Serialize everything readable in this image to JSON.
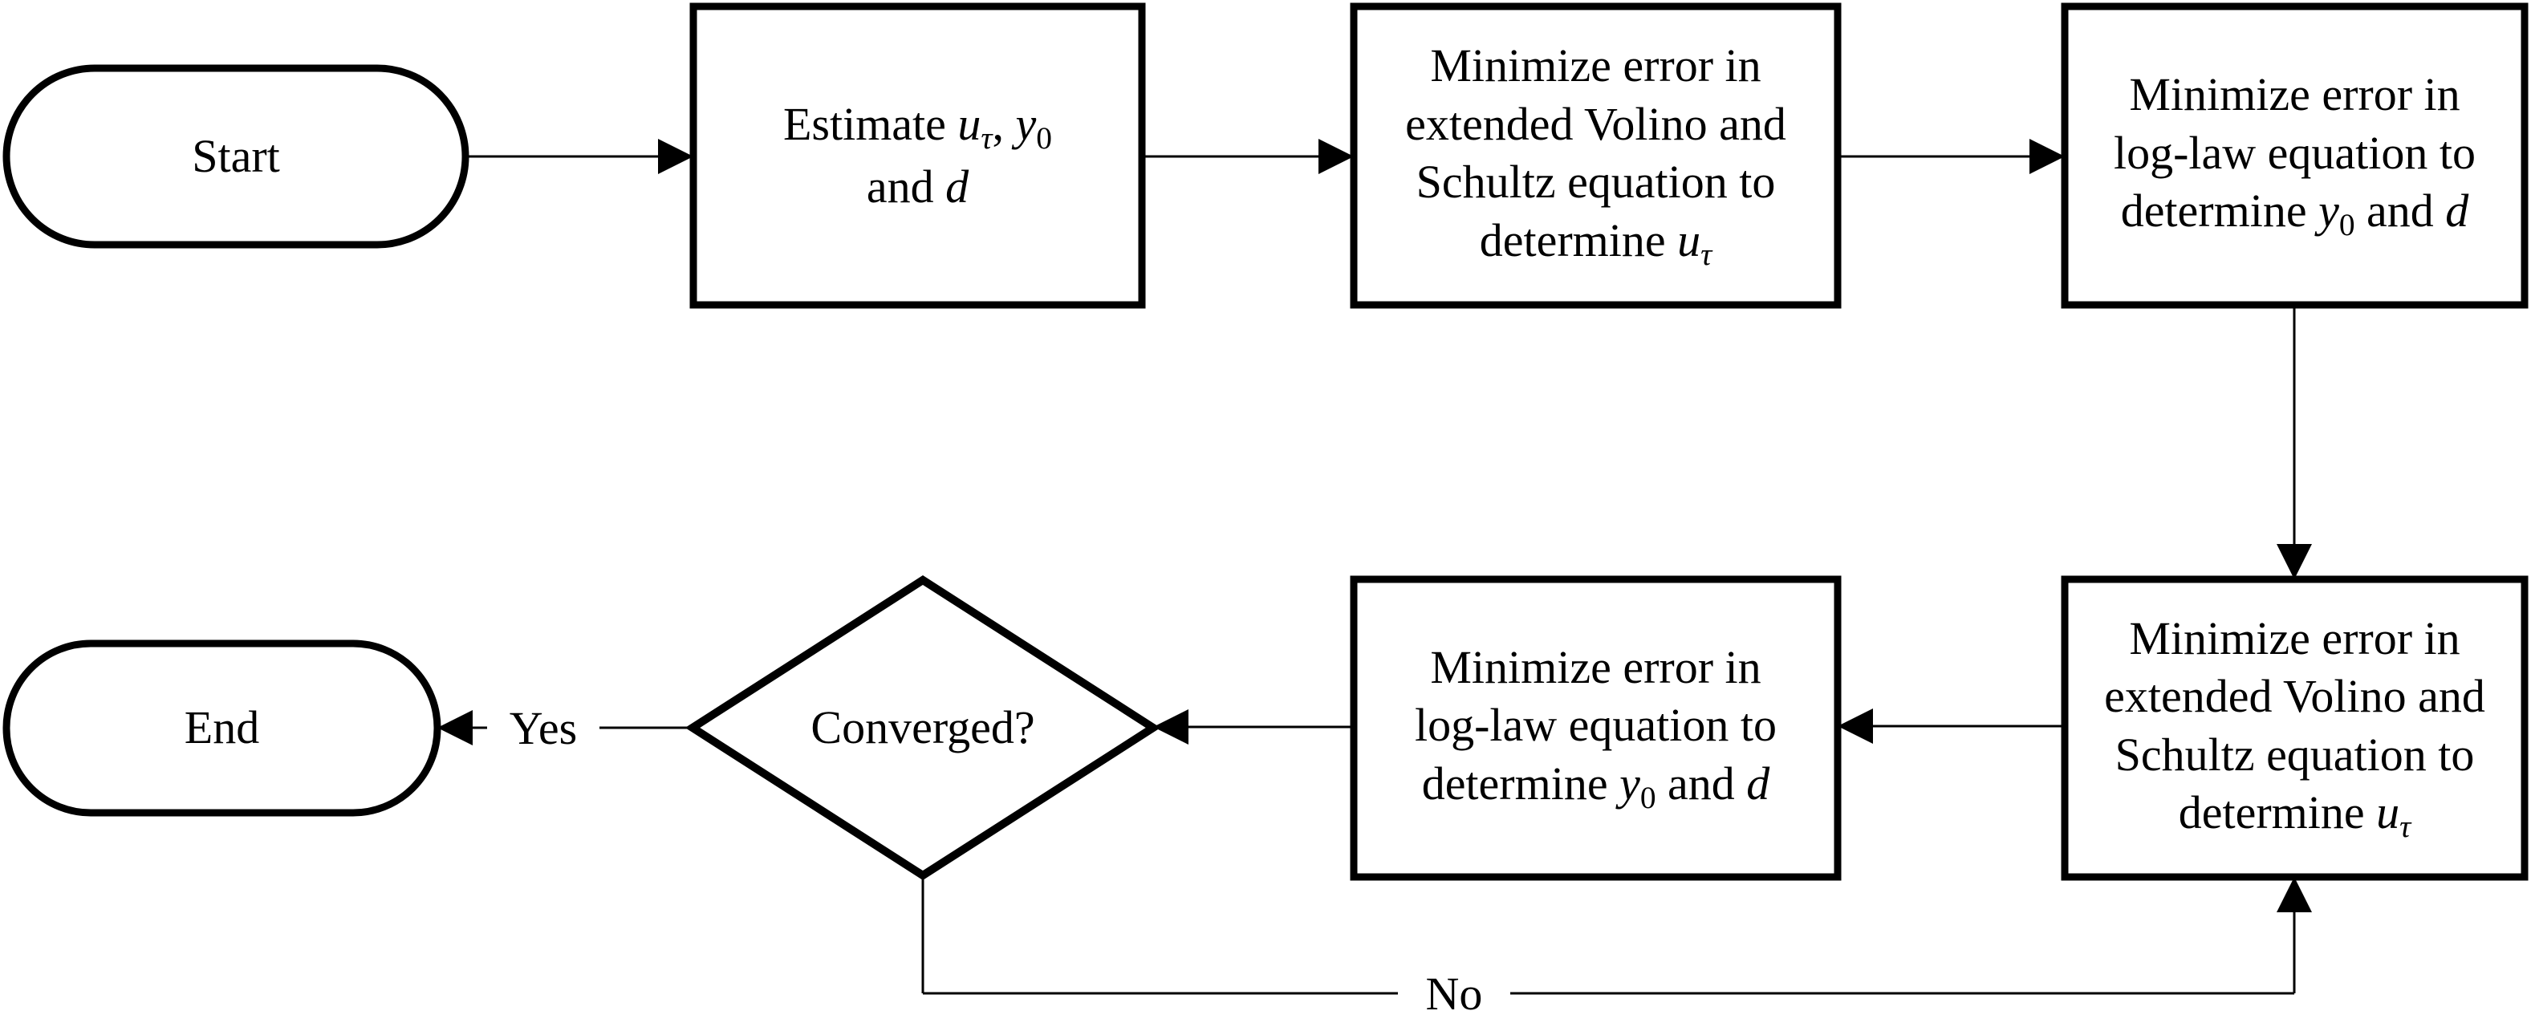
{
  "diagram": {
    "type": "flowchart",
    "colors": {
      "background": "#ffffff",
      "shape_fill": "#ffffff",
      "stroke": "#000000",
      "text": "#000000"
    },
    "nodes": {
      "start": {
        "shape": "terminator",
        "label": "Start"
      },
      "estimate": {
        "shape": "process",
        "label_rich": [
          {
            "t": "Estimate "
          },
          {
            "t": "u",
            "s": "i"
          },
          {
            "t": "τ",
            "s": "is"
          },
          {
            "t": ", "
          },
          {
            "t": "y",
            "s": "i"
          },
          {
            "t": "0",
            "s": "s"
          },
          {
            "t": "\n"
          },
          {
            "t": "and "
          },
          {
            "t": "d",
            "s": "i"
          }
        ]
      },
      "minimize_volino_top": {
        "shape": "process",
        "label_rich": [
          {
            "t": "Minimize error in"
          },
          {
            "t": "\n"
          },
          {
            "t": "extended Volino and"
          },
          {
            "t": "\n"
          },
          {
            "t": "Schultz equation to"
          },
          {
            "t": "\n"
          },
          {
            "t": "determine "
          },
          {
            "t": "u",
            "s": "i"
          },
          {
            "t": "τ",
            "s": "is"
          }
        ]
      },
      "minimize_loglaw_top": {
        "shape": "process",
        "label_rich": [
          {
            "t": "Minimize error in"
          },
          {
            "t": "\n"
          },
          {
            "t": "log-law equation to"
          },
          {
            "t": "\n"
          },
          {
            "t": "determine "
          },
          {
            "t": "y",
            "s": "i"
          },
          {
            "t": "0",
            "s": "s"
          },
          {
            "t": " and "
          },
          {
            "t": "d",
            "s": "i"
          }
        ]
      },
      "minimize_volino_bottom": {
        "shape": "process",
        "label_rich": [
          {
            "t": "Minimize error in"
          },
          {
            "t": "\n"
          },
          {
            "t": "extended Volino and"
          },
          {
            "t": "\n"
          },
          {
            "t": "Schultz equation to"
          },
          {
            "t": "\n"
          },
          {
            "t": "determine "
          },
          {
            "t": "u",
            "s": "i"
          },
          {
            "t": "τ",
            "s": "is"
          }
        ]
      },
      "minimize_loglaw_bottom": {
        "shape": "process",
        "label_rich": [
          {
            "t": "Minimize error in"
          },
          {
            "t": "\n"
          },
          {
            "t": "log-law equation to"
          },
          {
            "t": "\n"
          },
          {
            "t": "determine "
          },
          {
            "t": "y",
            "s": "i"
          },
          {
            "t": "0",
            "s": "s"
          },
          {
            "t": " and "
          },
          {
            "t": "d",
            "s": "i"
          }
        ]
      },
      "converged": {
        "shape": "decision",
        "label": "Converged?"
      },
      "end": {
        "shape": "terminator",
        "label": "End"
      }
    },
    "edge_labels": {
      "yes": "Yes",
      "no": "No"
    }
  }
}
